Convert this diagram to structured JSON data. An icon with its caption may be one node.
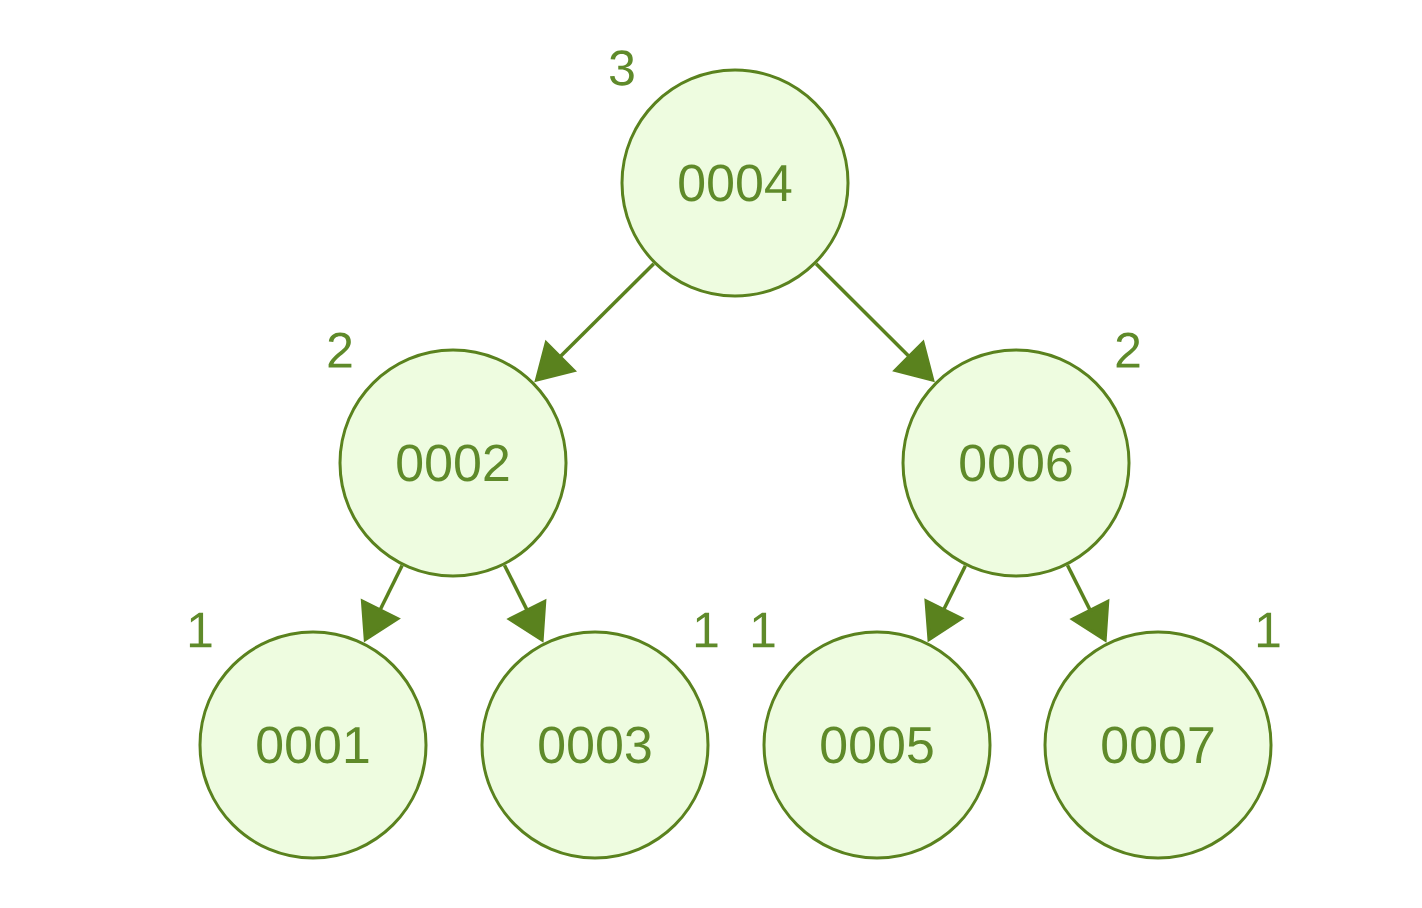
{
  "diagram": {
    "nodes": [
      {
        "text": [
          "0004"
        ],
        "beside": [
          "3"
        ]
      },
      {
        "text": [
          "0002"
        ],
        "beside": [
          "2"
        ]
      },
      {
        "text": [
          "0006"
        ],
        "beside": [
          "2"
        ]
      },
      {
        "text": [
          "0001"
        ],
        "beside": [
          "1"
        ]
      },
      {
        "text": [
          "0003"
        ],
        "beside": [
          "1"
        ]
      },
      {
        "text": [
          "0005"
        ],
        "beside": [
          "1"
        ]
      },
      {
        "text": [
          "0007"
        ],
        "beside": [
          "1"
        ]
      }
    ],
    "edges": [
      {
        "from": 0,
        "to": 1,
        "arrow": "to"
      },
      {
        "from": 0,
        "to": 2,
        "arrow": "to"
      },
      {
        "from": 1,
        "to": 3,
        "arrow": "to"
      },
      {
        "from": 1,
        "to": 4,
        "arrow": "to"
      },
      {
        "from": 2,
        "to": 5,
        "arrow": "to"
      },
      {
        "from": 2,
        "to": 6,
        "arrow": "to"
      }
    ]
  }
}
